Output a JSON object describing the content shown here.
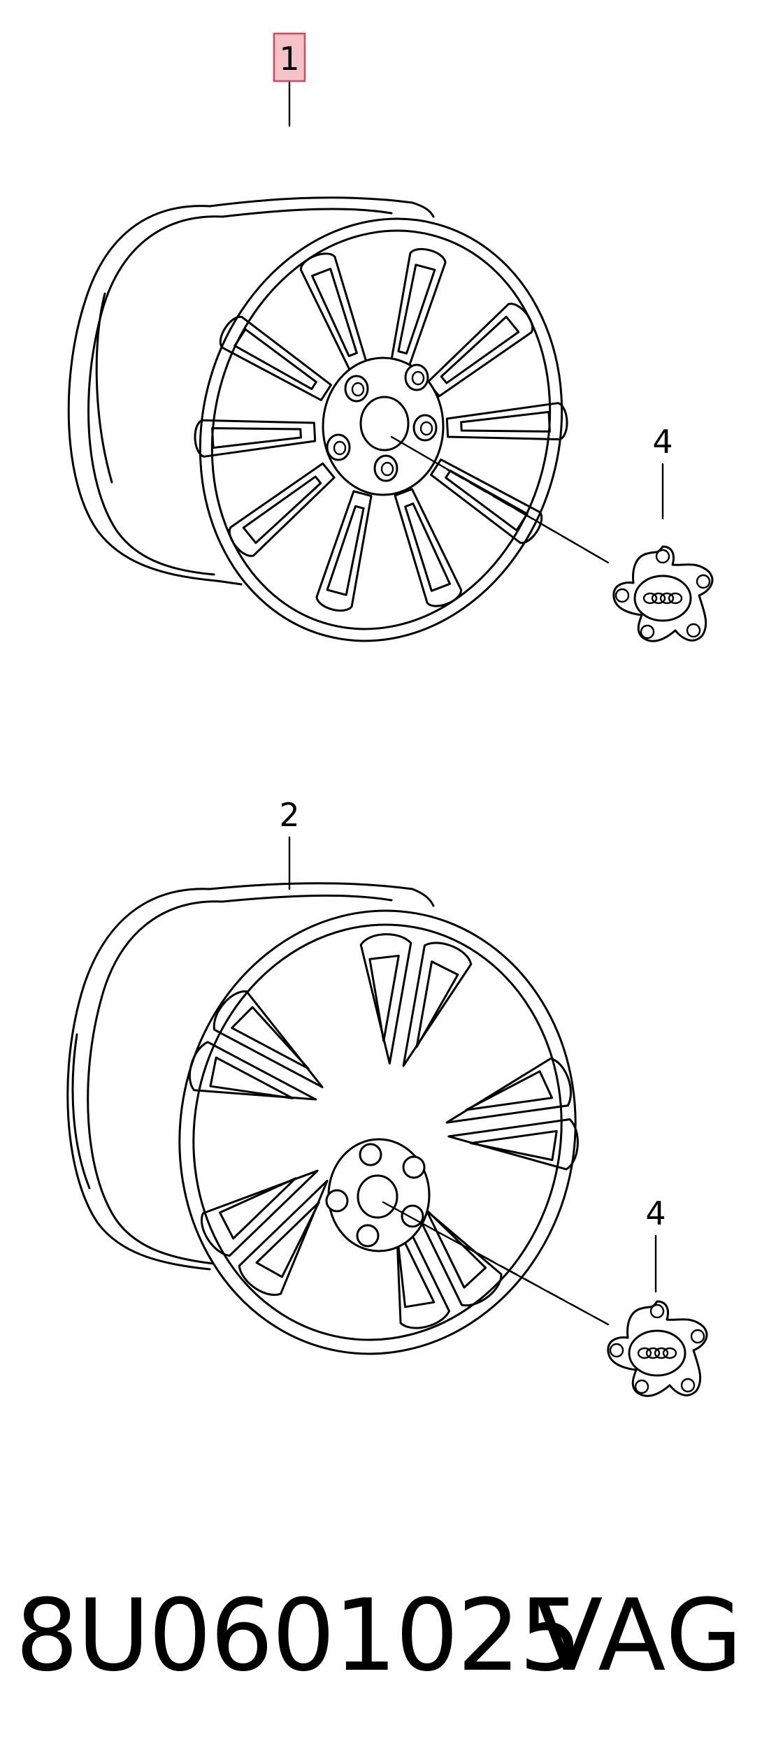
{
  "diagram": {
    "callouts": [
      {
        "id": "callout-1",
        "label": "1",
        "highlighted": true,
        "highlight_color": "#f4c2c9",
        "highlight_border": "#d9455a"
      },
      {
        "id": "callout-2",
        "label": "2",
        "highlighted": false
      },
      {
        "id": "callout-4a",
        "label": "4",
        "highlighted": false
      },
      {
        "id": "callout-4b",
        "label": "4",
        "highlighted": false
      }
    ],
    "hub_cap_logo": "four-rings-logo"
  },
  "footer": {
    "part_number": "8U0601025",
    "brand": "VAG"
  }
}
